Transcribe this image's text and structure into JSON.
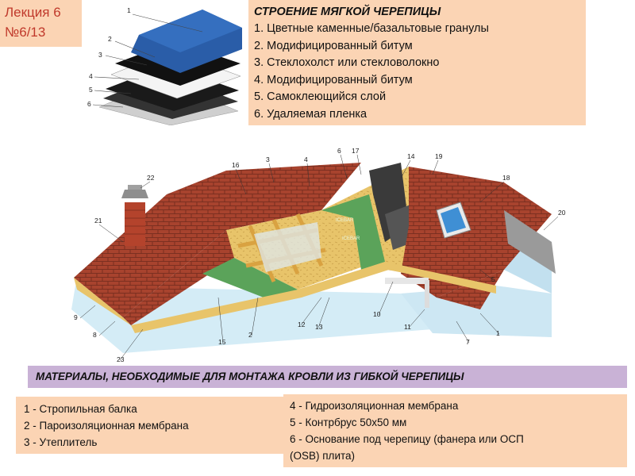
{
  "lecture": {
    "line1": "Лекция 6",
    "line2": "№6/13"
  },
  "structure": {
    "title": "СТРОЕНИЕ МЯГКОЙ ЧЕРЕПИЦЫ",
    "items": [
      "1. Цветные каменные/базальтовые гранулы",
      "2. Модифицированный битум",
      "3. Стеклохолст или стекловолокно",
      "4. Модифицированный битум",
      "5. Самоклеющийся слой",
      "6. Удаляемая пленка"
    ]
  },
  "shingle_figure": {
    "labels": [
      "1",
      "2",
      "3",
      "4",
      "5",
      "6"
    ]
  },
  "roof_figure": {
    "labels": [
      "16",
      "3",
      "4",
      "6",
      "17",
      "14",
      "19",
      "18",
      "22",
      "21",
      "20",
      "9",
      "8",
      "23",
      "15",
      "2",
      "12",
      "13",
      "10",
      "11",
      "7",
      "1",
      "5"
    ],
    "membrane_text": "ICEBAR"
  },
  "materials": {
    "banner": "МАТЕРИАЛЫ, НЕОБХОДИМЫЕ  ДЛЯ МОНТАЖА КРОВЛИ ИЗ ГИБКОЙ ЧЕРЕПИЦЫ",
    "left": [
      "1 - Стропильная балка",
      "2 - Пароизоляционная мембрана",
      "3 - Утеплитель"
    ],
    "right": [
      "4 - Гидроизоляционная мембрана",
      "5 - Контрбрус 50х50 мм",
      "6 - Основание под черепицу (фанера или ОСП",
      "(OSB) плита)"
    ]
  },
  "colors": {
    "panel": "#fbd4b4",
    "banner": "#c9b2d6",
    "badge_text": "#c0392b",
    "tile": "#a8432e",
    "osb": "#e8c46a",
    "membrane": "#5ba35a",
    "wall": "#d4ecf6"
  }
}
